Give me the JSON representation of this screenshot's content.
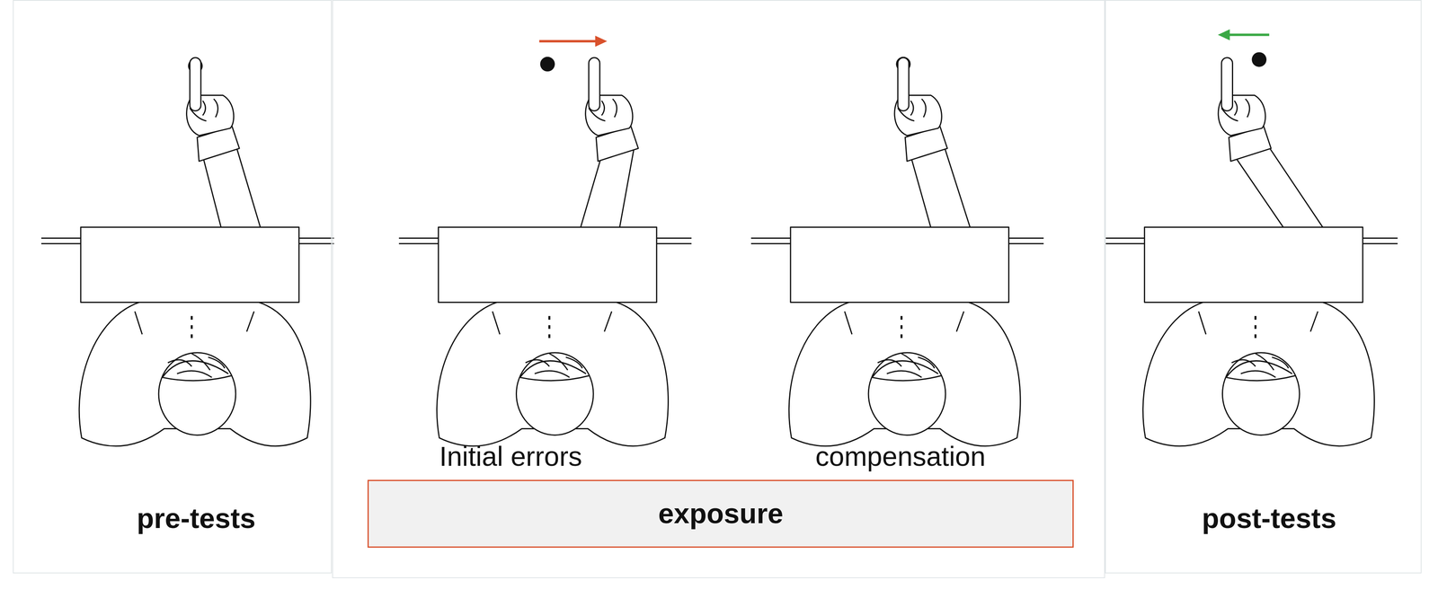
{
  "diagram": {
    "nodes": [
      {
        "text": [
          "pre-tests"
        ]
      },
      {
        "text": [
          "Initial errors",
          "compensation"
        ]
      },
      {
        "text": [
          "exposure"
        ],
        "in": 1
      },
      {
        "text": [
          "post-tests"
        ]
      }
    ]
  }
}
